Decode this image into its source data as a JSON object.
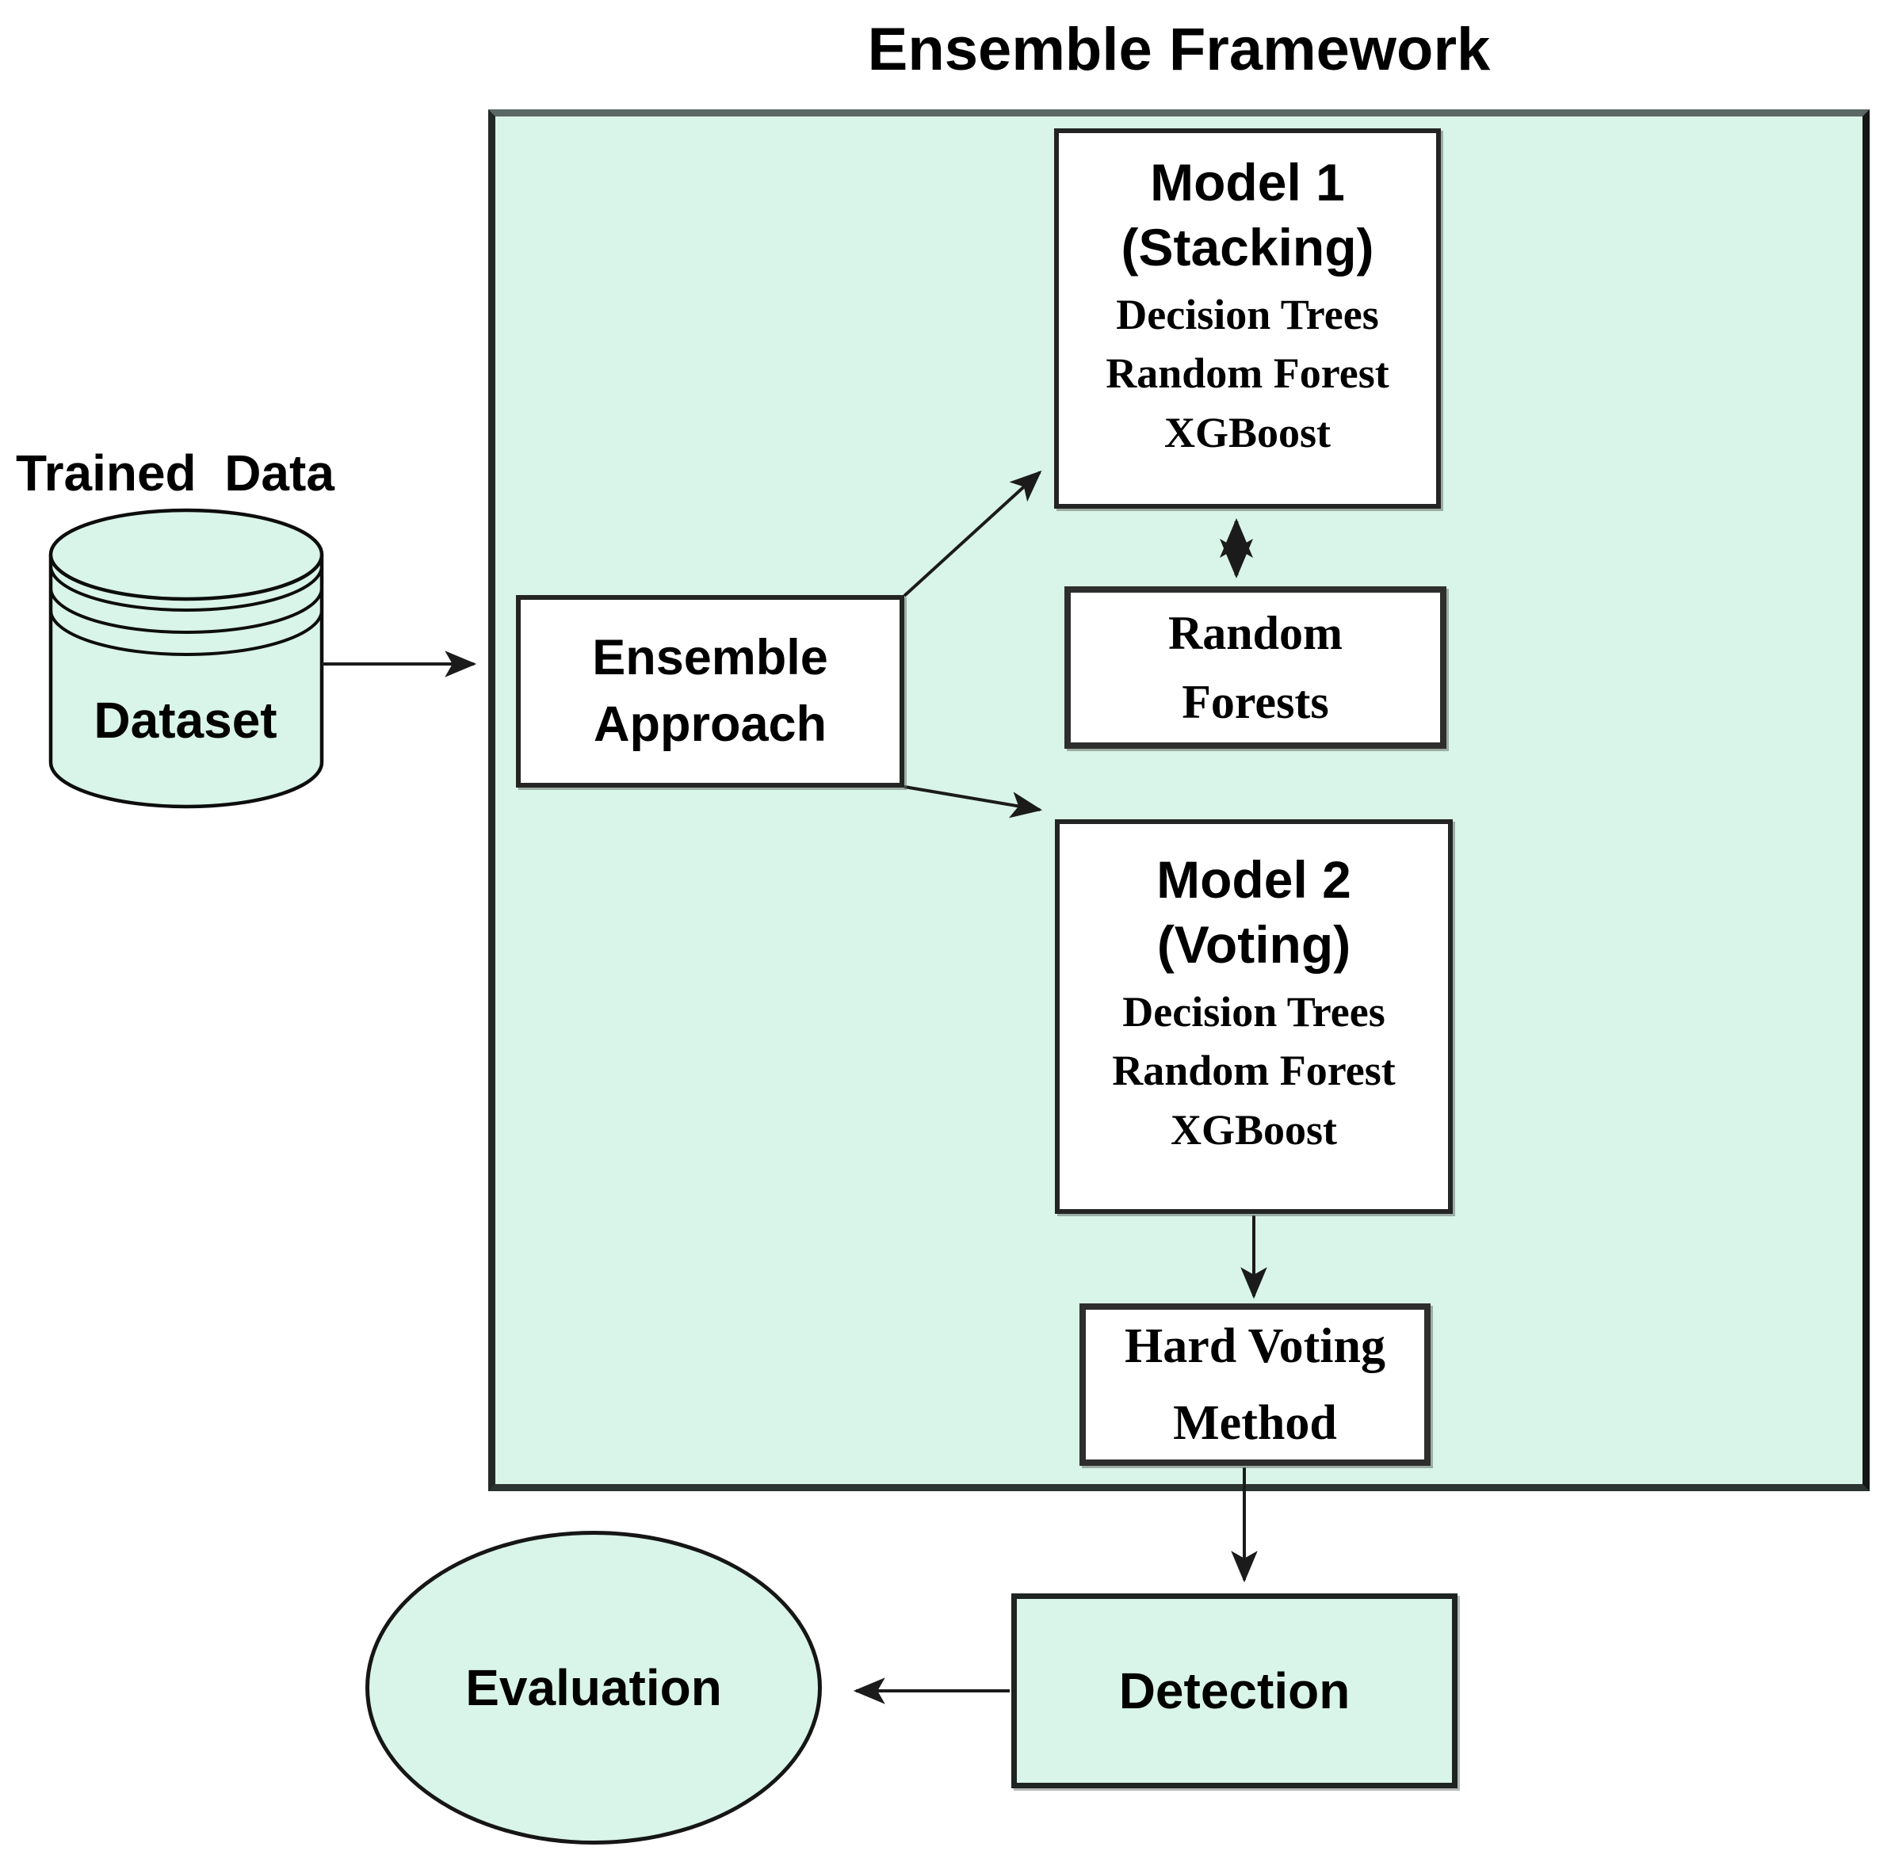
{
  "diagram": {
    "title": "Ensemble Framework",
    "trained_data_label": "Trained  Data",
    "dataset_label": "Dataset",
    "ensemble_approach": "Ensemble\nApproach",
    "model1": {
      "heading": "Model 1\n(Stacking)",
      "items": [
        "Decision Trees",
        "Random Forest",
        "XGBoost"
      ]
    },
    "random_forests": "Random\nForests",
    "model2": {
      "heading": "Model 2\n(Voting)",
      "items": [
        "Decision Trees",
        "Random Forest",
        "XGBoost"
      ]
    },
    "hard_voting": "Hard Voting\nMethod",
    "detection": "Detection",
    "evaluation": "Evaluation"
  },
  "colors": {
    "fill_mint": "#d9f4e8",
    "frame_border": "#47524e",
    "box_border": "#242424",
    "arrow": "#1b1b1b",
    "text": "#000000"
  }
}
